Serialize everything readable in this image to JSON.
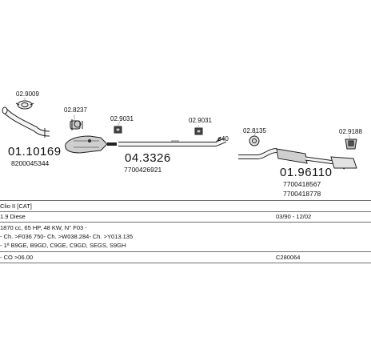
{
  "parts": {
    "p1_ref": "02.9009",
    "p2_code": "01.10169",
    "p2_oem": "8200045344",
    "p3_ref": "02.8237",
    "p4_ref": "02.9031",
    "p5_code": "04.3326",
    "p5_oem": "7700426921",
    "p6_ref": "02.9031",
    "p7_label": "ø40",
    "p8_ref": "02.8135",
    "p9_ref": "02.9188",
    "p10_code": "01.96110",
    "p10_oem1": "7700418567",
    "p10_oem2": "7700418778"
  },
  "info": {
    "model": "Clio II [CAT]",
    "engine": "1.9 Diese",
    "period": "03/90 - 12/02",
    "spec": "1870 cc, 65 HP, 48 KW, N° F03 -",
    "chassis": "- Ch. >F036 750- Ch. >W038.284- Ch. >Y013.135",
    "types": "- 1ª B9GE, B9GD, C9GE, C9GD, SEGS, S9GH",
    "co": "- CO >06.00",
    "catalog": "C280064"
  },
  "colors": {
    "line": "#222222",
    "fill": "#dcdcdc",
    "dark": "#555555",
    "rule": "#6f6f6f"
  }
}
